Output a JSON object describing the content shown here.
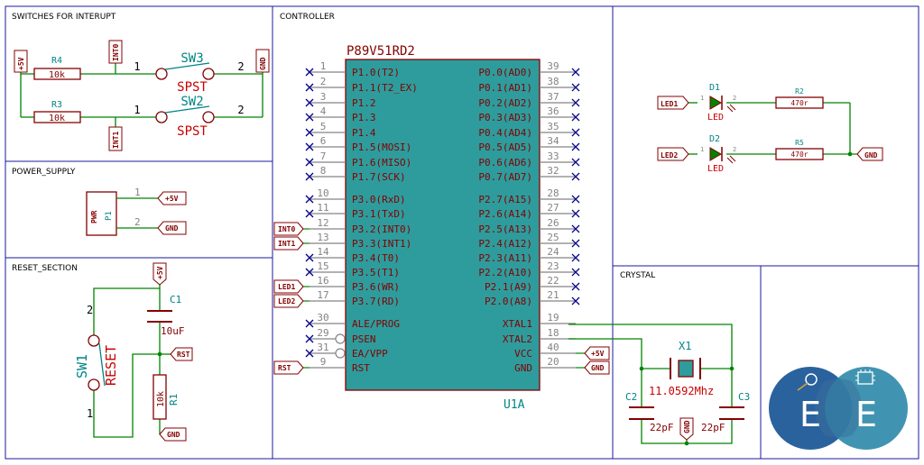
{
  "sections": {
    "switches": "SWITCHES FOR INTERUPT",
    "power": "POWER_SUPPLY",
    "reset": "RESET_SECTION",
    "controller": "CONTROLLER",
    "crystal": "CRYSTAL"
  },
  "ic": {
    "part": "P89V51RD2",
    "ref": "U1A",
    "left_pins": [
      {
        "num": "1",
        "name": "P1.0(T2)"
      },
      {
        "num": "2",
        "name": "P1.1(T2_EX)"
      },
      {
        "num": "3",
        "name": "P1.2"
      },
      {
        "num": "4",
        "name": "P1.3"
      },
      {
        "num": "5",
        "name": "P1.4"
      },
      {
        "num": "6",
        "name": "P1.5(MOSI)"
      },
      {
        "num": "7",
        "name": "P1.6(MISO)"
      },
      {
        "num": "8",
        "name": "P1.7(SCK)"
      },
      {
        "num": "10",
        "name": "P3.0(RxD)"
      },
      {
        "num": "11",
        "name": "P3.1(TxD)"
      },
      {
        "num": "12",
        "name": "P3.2(INT0)",
        "net": "INT0"
      },
      {
        "num": "13",
        "name": "P3.3(INT1)",
        "net": "INT1"
      },
      {
        "num": "14",
        "name": "P3.4(T0)"
      },
      {
        "num": "15",
        "name": "P3.5(T1)"
      },
      {
        "num": "16",
        "name": "P3.6(WR)",
        "net": "LED1"
      },
      {
        "num": "17",
        "name": "P3.7(RD)",
        "net": "LED2"
      },
      {
        "num": "30",
        "name": "ALE/PROG"
      },
      {
        "num": "29",
        "name": "PSEN"
      },
      {
        "num": "31",
        "name": "EA/VPP"
      },
      {
        "num": "9",
        "name": "RST",
        "net": "RST"
      }
    ],
    "right_pins": [
      {
        "num": "39",
        "name": "P0.0(AD0)"
      },
      {
        "num": "38",
        "name": "P0.1(AD1)"
      },
      {
        "num": "37",
        "name": "P0.2(AD2)"
      },
      {
        "num": "36",
        "name": "P0.3(AD3)"
      },
      {
        "num": "35",
        "name": "P0.4(AD4)"
      },
      {
        "num": "34",
        "name": "P0.5(AD5)"
      },
      {
        "num": "33",
        "name": "P0.6(AD6)"
      },
      {
        "num": "32",
        "name": "P0.7(AD7)"
      },
      {
        "num": "28",
        "name": "P2.7(A15)"
      },
      {
        "num": "27",
        "name": "P2.6(A14)"
      },
      {
        "num": "26",
        "name": "P2.5(A13)"
      },
      {
        "num": "25",
        "name": "P2.4(A12)"
      },
      {
        "num": "24",
        "name": "P2.3(A11)"
      },
      {
        "num": "23",
        "name": "P2.2(A10)"
      },
      {
        "num": "22",
        "name": "P2.1(A9)"
      },
      {
        "num": "21",
        "name": "P2.0(A8)"
      },
      {
        "num": "19",
        "name": "XTAL1"
      },
      {
        "num": "18",
        "name": "XTAL2"
      },
      {
        "num": "40",
        "name": "VCC",
        "net": "+5V"
      },
      {
        "num": "20",
        "name": "GND",
        "net": "GND"
      }
    ]
  },
  "switches": {
    "vcc": "+5V",
    "gnd": "GND",
    "r4": {
      "ref": "R4",
      "value": "10k"
    },
    "r3": {
      "ref": "R3",
      "value": "10k"
    },
    "sw3": {
      "ref": "SW3",
      "value": "SPST"
    },
    "sw2": {
      "ref": "SW2",
      "value": "SPST"
    },
    "int0": "INT0",
    "int1": "INT1",
    "pin1": "1",
    "pin2": "2"
  },
  "power": {
    "ref": "P1",
    "value": "PWR",
    "pin1": "1",
    "pin2": "2",
    "vcc": "+5V",
    "gnd": "GND"
  },
  "reset": {
    "vcc": "+5V",
    "c1": {
      "ref": "C1",
      "value": "10uF"
    },
    "rst": "RST",
    "r1": {
      "ref": "R1",
      "value": "10k"
    },
    "gnd": "GND",
    "sw1": {
      "ref": "SW1",
      "value": "RESET"
    },
    "pin1": "1",
    "pin2": "2"
  },
  "leds": {
    "d1": {
      "ref": "D1",
      "value": "LED",
      "net": "LED1"
    },
    "d2": {
      "ref": "D2",
      "value": "LED",
      "net": "LED2"
    },
    "r2": {
      "ref": "R2",
      "value": "470r"
    },
    "r5": {
      "ref": "R5",
      "value": "470r"
    },
    "gnd": "GND",
    "pin1": "1",
    "pin2": "2"
  },
  "crystal": {
    "x1": {
      "ref": "X1",
      "value": "11.0592Mhz"
    },
    "c2": {
      "ref": "C2",
      "value": "22pF"
    },
    "c3": {
      "ref": "C3",
      "value": "22pF"
    },
    "gnd": "GND"
  },
  "logo": {
    "left": "E",
    "right": "E"
  },
  "colors": {
    "wire": "#008400",
    "component": "#840000",
    "ref": "#008484",
    "ic_fill": "#2e9c9c",
    "ic_text": "#840000",
    "pin_num": "#848484",
    "no_connect": "#00008c",
    "value_red": "#c80000",
    "label_fill": "#ffffff",
    "logo_left": "#1f5a98",
    "logo_right": "#2c88a8"
  }
}
